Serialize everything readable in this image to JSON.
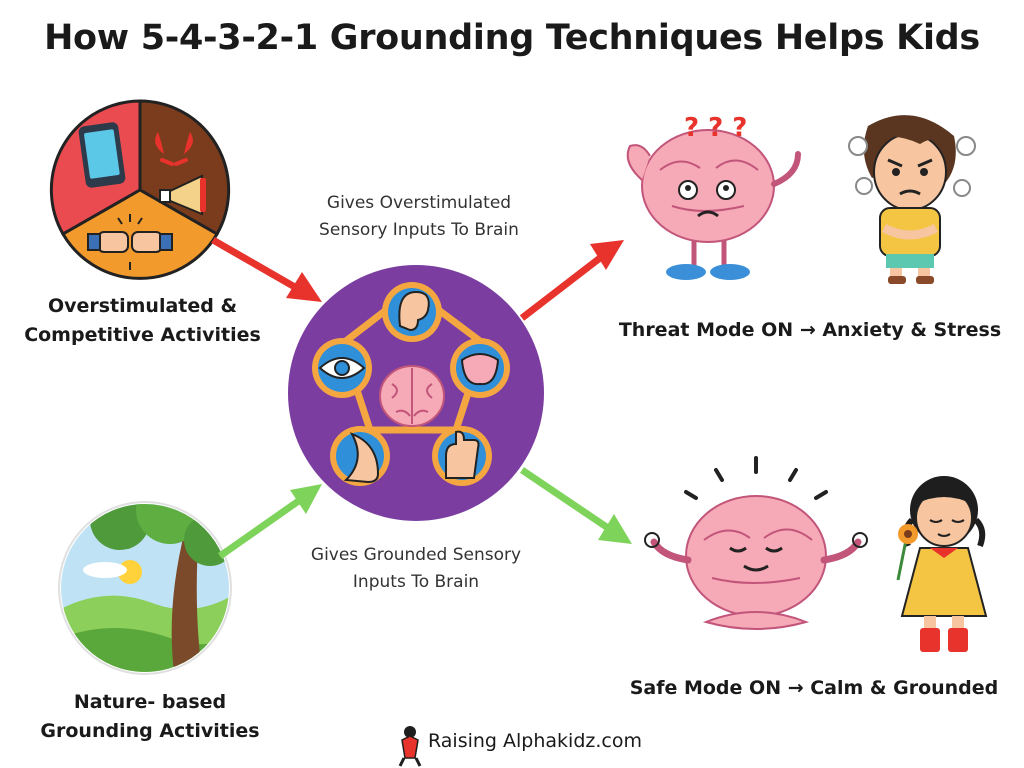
{
  "title": "How 5-4-3-2-1 Grounding Techniques Helps Kids",
  "left_top": {
    "label_line1": "Overstimulated &",
    "label_line2": "Competitive Activities",
    "icons": [
      "phone-icon",
      "devil-horns-icon",
      "megaphone-icon",
      "fist-bump-icon"
    ]
  },
  "left_bottom": {
    "label_line1": "Nature- based",
    "label_line2": "Grounding Activities",
    "icons": [
      "nature-scene-icon"
    ]
  },
  "center": {
    "top_caption_line1": "Gives Overstimulated",
    "top_caption_line2": "Sensory Inputs To Brain",
    "bottom_caption_line1": "Gives Grounded Sensory",
    "bottom_caption_line2": "Inputs To Brain",
    "senses": [
      "ear-icon",
      "tongue-icon",
      "hand-icon",
      "nose-icon",
      "eye-icon"
    ],
    "core": "brain-icon"
  },
  "right_top": {
    "label": "Threat Mode ON → Anxiety & Stress",
    "icons": [
      "stressed-brain-icon",
      "angry-boy-icon"
    ]
  },
  "right_bottom": {
    "label": "Safe Mode ON → Calm & Grounded",
    "icons": [
      "calm-brain-icon",
      "girl-with-flower-icon"
    ]
  },
  "brand": {
    "text": "Raising Alphakidz.com",
    "icon": "alphakidz-logo-icon"
  },
  "colors": {
    "red_arrow": "#e8322c",
    "green_arrow": "#7ed35a",
    "center_circle": "#7b3ea0",
    "pentagon": "#f4a641",
    "brain_pink": "#f6a9b6"
  }
}
